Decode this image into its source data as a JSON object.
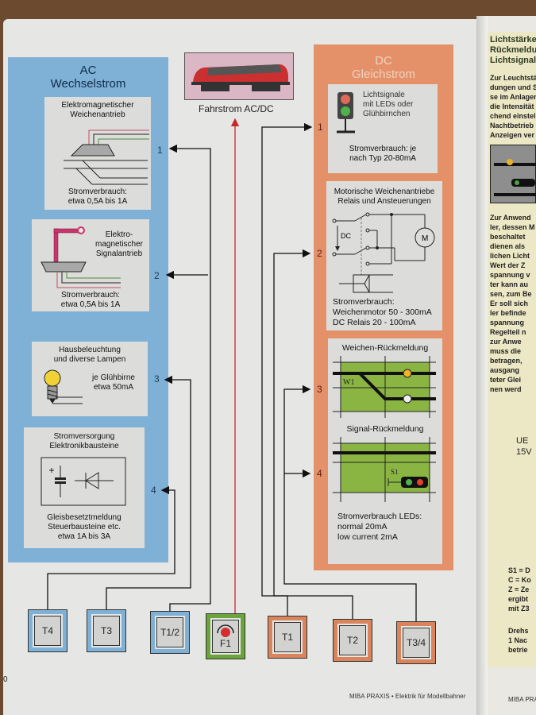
{
  "ac_panel": {
    "title_line1": "AC",
    "title_line2": "Wechselstrom",
    "color": "#7fb0d6",
    "cards": [
      {
        "number": "1",
        "title_line1": "Elektromagnetischer",
        "title_line2": "Weichenantrieb",
        "consumption_line1": "Stromverbrauch:",
        "consumption_line2": "etwa 0,5A bis 1A",
        "icon": "turnout-drive-icon"
      },
      {
        "number": "2",
        "title_line1": "Elektro-",
        "title_line2": "magnetischer",
        "title_line3": "Signalantrieb",
        "consumption_line1": "Stromverbrauch:",
        "consumption_line2": "etwa 0,5A bis 1A",
        "icon": "signal-drive-icon"
      },
      {
        "number": "3",
        "title_line1": "Hausbeleuchtung",
        "title_line2": "und diverse Lampen",
        "consumption_line1": "je Glühbirne",
        "consumption_line2": "etwa 50mA",
        "icon": "light-bulb-icon"
      },
      {
        "number": "4",
        "title_line1": "Stromversorgung",
        "title_line2": "Elektronikbausteine",
        "consumption_line1": "Gleisbesetztmeldung",
        "consumption_line2": "Steuerbausteine etc.",
        "consumption_line3": "etwa 1A  bis 3A",
        "icon": "capacitor-diode-icon"
      }
    ]
  },
  "center": {
    "loco_caption": "Fahrstrom AC/DC",
    "loco_icon": "locomotive-icon"
  },
  "dc_panel": {
    "title_line1": "DC",
    "title_line2": "Gleichstrom",
    "color": "#e4916a",
    "cards": [
      {
        "number": "1",
        "title_line1": "Lichtsignale",
        "title_line2": "mit LEDs oder",
        "title_line3": "Glühbirnchen",
        "consumption_line1": "Stromverbrauch: je",
        "consumption_line2": "nach Typ 20-80mA",
        "icon": "traffic-light-icon"
      },
      {
        "number": "2",
        "title_line1": "Motorische Weichenantriebe",
        "title_line2": "Relais und Ansteuerungen",
        "diagram_label_dc": "DC",
        "diagram_label_motor": "M",
        "consumption_line1": "Stromverbrauch:",
        "consumption_line2": "Weichenmotor  50 - 300mA",
        "consumption_line3": "DC Relais  20 - 100mA",
        "icon": "relay-motor-icon"
      },
      {
        "number": "3",
        "title": "Weichen-Rückmeldung",
        "turnout_label": "W1",
        "icon": "turnout-feedback-icon"
      },
      {
        "number": "4",
        "title": "Signal-Rückmeldung",
        "signal_label": "S1",
        "consumption_line1": "Stromverbrauch LEDs:",
        "consumption_line2": "normal  20mA",
        "consumption_line3": "low current  2mA",
        "icon": "signal-feedback-icon"
      }
    ]
  },
  "terminals": [
    {
      "label": "T4",
      "type": "ac"
    },
    {
      "label": "T3",
      "type": "ac"
    },
    {
      "label": "T1/2",
      "type": "ac"
    },
    {
      "label": "F1",
      "type": "drive",
      "icon": "dial-knob-icon"
    },
    {
      "label": "T1",
      "type": "dc"
    },
    {
      "label": "T2",
      "type": "dc"
    },
    {
      "label": "T3/4",
      "type": "dc"
    }
  ],
  "footer": {
    "page_number": "0",
    "publication": "MIBA PRAXIS • Elektrik für Modellbahner",
    "publication_right": "MIBA PRA"
  },
  "right_page": {
    "title_lines": [
      "Lichtstärke",
      "Rückmeldu",
      "Lichtsignal"
    ],
    "intro_lines": [
      "Zur Leuchtstär",
      "dungen und Si",
      "se im Anlagen",
      "die Intensität",
      "chend einstell",
      "Nachtbetrieb",
      "Anzeigen ver"
    ],
    "body_lines": [
      "Zur Anwend",
      "ler, dessen M",
      "beschaltet",
      "dienen als",
      "lichen Licht",
      "Wert der Z",
      "spannung v",
      "ter kann au",
      "sen, zum Be",
      "Er soll sich",
      "ler befinde",
      "spannung",
      "Regelteil n",
      "zur Anwe",
      "muss die",
      "betragen,",
      "ausgang",
      "teter Glei",
      "nen werd"
    ],
    "formula_lines": [
      "UE",
      "15V"
    ],
    "legend_lines": [
      "S1 = D",
      "C = Ko",
      "Z = Ze",
      "ergibt",
      "mit Z3"
    ],
    "bottom_lines": [
      "Drehs",
      "1 Nac",
      "betrie"
    ]
  }
}
